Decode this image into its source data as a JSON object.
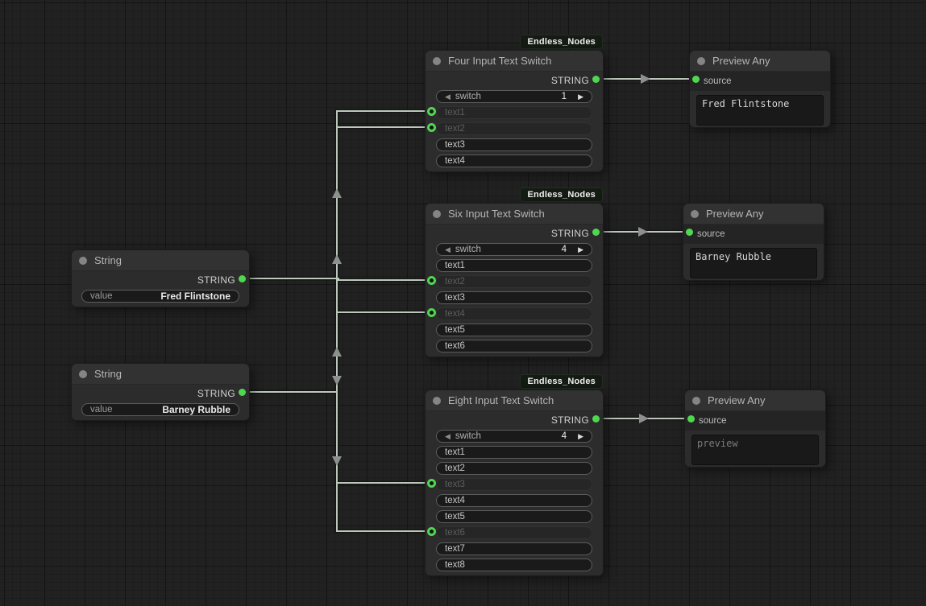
{
  "badge": {
    "label": "Endless_Nodes"
  },
  "icons": {
    "prev": "◀",
    "next": "▶"
  },
  "colors": {
    "port_green": "#4fd74f",
    "wire": "#bdc8bd",
    "arrow": "#8f8f8f",
    "badge_bg": "#131b13"
  },
  "nodes": {
    "string1": {
      "title": "String",
      "output_label": "STRING",
      "value_label": "value",
      "value": "Fred Flintstone"
    },
    "string2": {
      "title": "String",
      "output_label": "STRING",
      "value_label": "value",
      "value": "Barney Rubble"
    },
    "four": {
      "title": "Four Input Text Switch",
      "output_label": "STRING",
      "switch_label": "switch",
      "switch_value": "1",
      "inputs": [
        {
          "label": "text1",
          "connected": true
        },
        {
          "label": "text2",
          "connected": true
        },
        {
          "label": "text3",
          "connected": false
        },
        {
          "label": "text4",
          "connected": false
        }
      ]
    },
    "six": {
      "title": "Six Input Text Switch",
      "output_label": "STRING",
      "switch_label": "switch",
      "switch_value": "4",
      "inputs": [
        {
          "label": "text1",
          "connected": false
        },
        {
          "label": "text2",
          "connected": true
        },
        {
          "label": "text3",
          "connected": false
        },
        {
          "label": "text4",
          "connected": true
        },
        {
          "label": "text5",
          "connected": false
        },
        {
          "label": "text6",
          "connected": false
        }
      ]
    },
    "eight": {
      "title": "Eight Input Text Switch",
      "output_label": "STRING",
      "switch_label": "switch",
      "switch_value": "4",
      "inputs": [
        {
          "label": "text1",
          "connected": false
        },
        {
          "label": "text2",
          "connected": false
        },
        {
          "label": "text3",
          "connected": true
        },
        {
          "label": "text4",
          "connected": false
        },
        {
          "label": "text5",
          "connected": false
        },
        {
          "label": "text6",
          "connected": true
        },
        {
          "label": "text7",
          "connected": false
        },
        {
          "label": "text8",
          "connected": false
        }
      ]
    },
    "preview1": {
      "title": "Preview Any",
      "input_label": "source",
      "text": "Fred Flintstone"
    },
    "preview2": {
      "title": "Preview Any",
      "input_label": "source",
      "text": "Barney Rubble"
    },
    "preview3": {
      "title": "Preview Any",
      "input_label": "source",
      "text": "preview"
    }
  },
  "links": [
    {
      "from": "String #1 STRING",
      "to": "Four Input Text Switch text1"
    },
    {
      "from": "String #2 STRING",
      "to": "Four Input Text Switch text2"
    },
    {
      "from": "String #1 STRING",
      "to": "Six Input Text Switch text2"
    },
    {
      "from": "String #2 STRING",
      "to": "Six Input Text Switch text4"
    },
    {
      "from": "String #1 STRING",
      "to": "Eight Input Text Switch text3"
    },
    {
      "from": "String #2 STRING",
      "to": "Eight Input Text Switch text6"
    },
    {
      "from": "Four Input Text Switch STRING",
      "to": "Preview Any #1 source"
    },
    {
      "from": "Six Input Text Switch STRING",
      "to": "Preview Any #2 source"
    },
    {
      "from": "Eight Input Text Switch STRING",
      "to": "Preview Any #3 source"
    }
  ]
}
